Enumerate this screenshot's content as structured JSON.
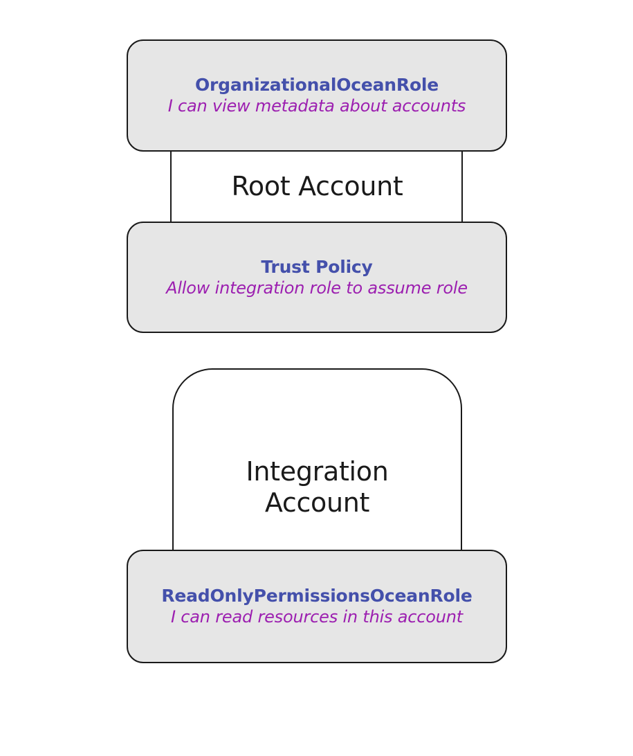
{
  "diagram": {
    "title_text_color": "#4450ab",
    "subtitle_text_color": "#9c1fb0",
    "card_fill": "#e6e6e6",
    "stroke_color": "#1a1a1a",
    "background": "#ffffff",
    "root_account": {
      "label": "Root Account",
      "roles": [
        {
          "name": "OrganizationalOceanRole",
          "description": "I can view metadata about accounts"
        },
        {
          "name": "Trust Policy",
          "description": "Allow integration role to assume role"
        }
      ]
    },
    "integration_account": {
      "label": "Integration\nAccount",
      "roles": [
        {
          "name": "ReadOnlyPermissionsOceanRole",
          "description": "I can read resources in this account"
        }
      ]
    }
  }
}
